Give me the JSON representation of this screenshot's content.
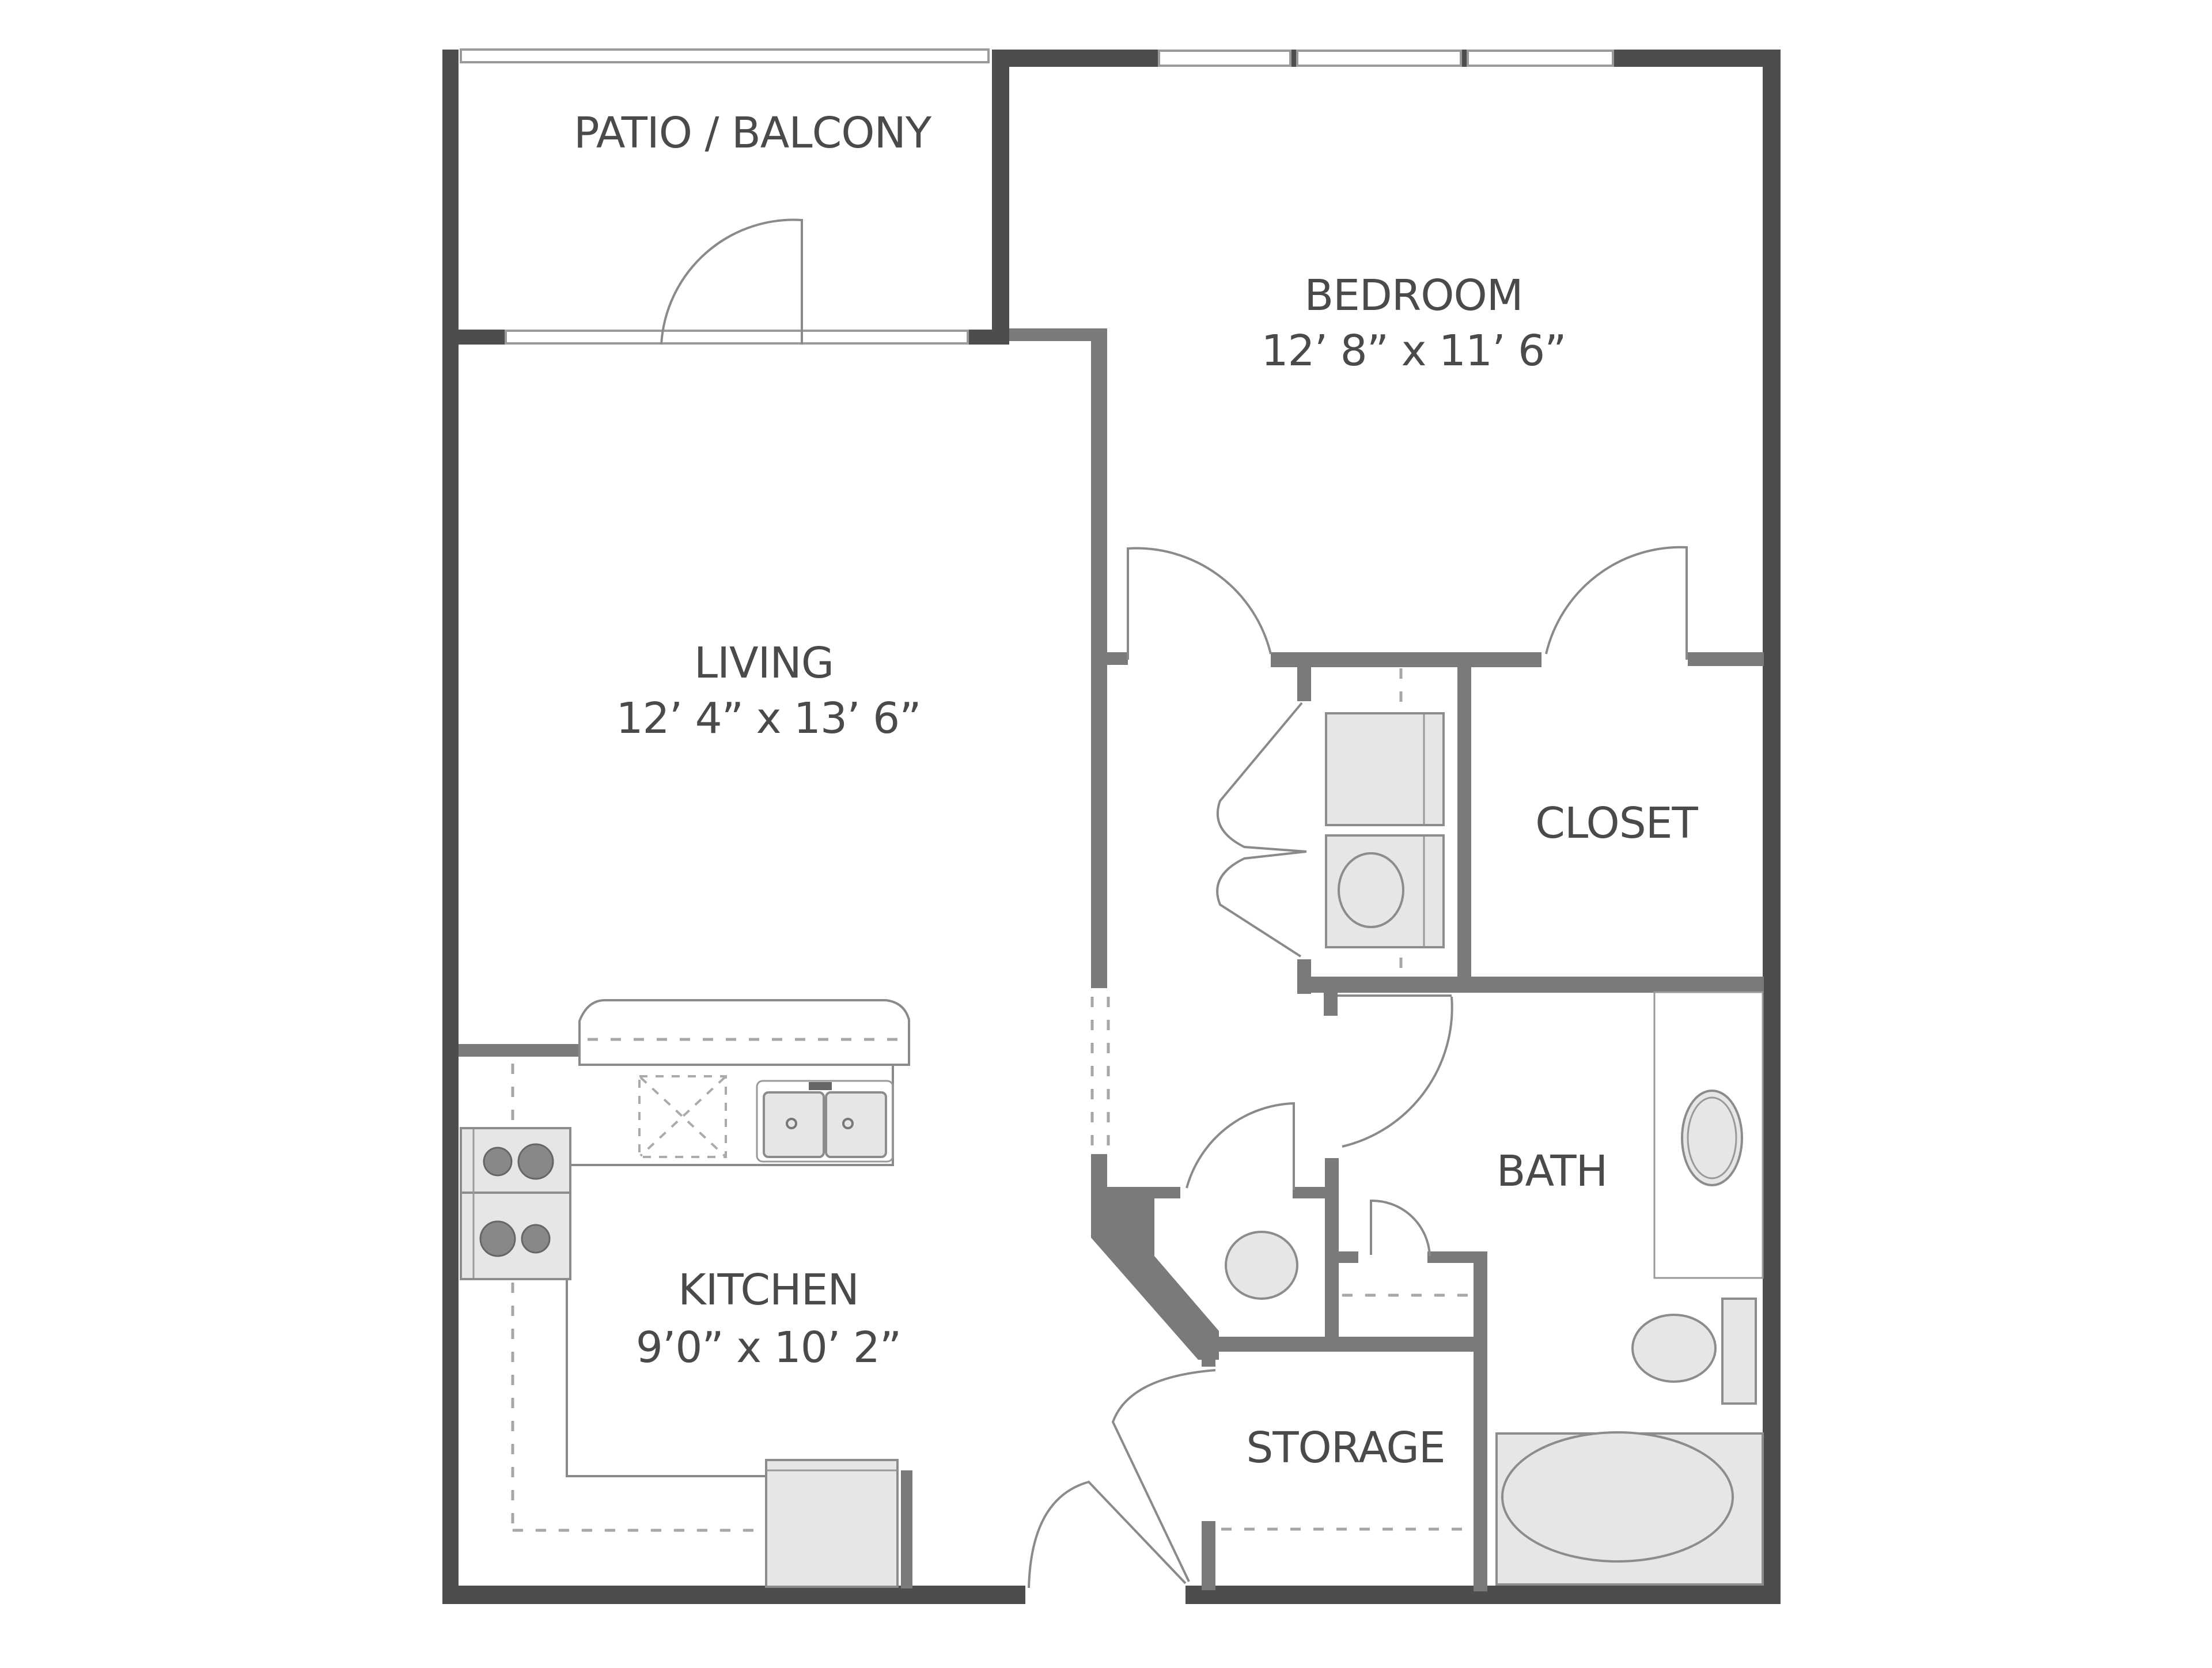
{
  "plan": {
    "type": "floor-plan",
    "colors": {
      "exterior_wall": "#4d4d4d",
      "interior_wall": "#7a7a7a",
      "fixture_fill": "#e6e6e6",
      "label_text": "#4a4a4a",
      "background": "#ffffff"
    },
    "rooms": [
      {
        "id": "patio",
        "name": "PATIO / BALCONY",
        "dimensions": ""
      },
      {
        "id": "bedroom",
        "name": "BEDROOM",
        "dimensions": "12’ 8” x 11’ 6”"
      },
      {
        "id": "living",
        "name": "LIVING",
        "dimensions": "12’ 4” x 13’ 6”"
      },
      {
        "id": "closet",
        "name": "CLOSET",
        "dimensions": ""
      },
      {
        "id": "bath",
        "name": "BATH",
        "dimensions": ""
      },
      {
        "id": "kitchen",
        "name": "KITCHEN",
        "dimensions": "9’0” x 10’ 2”"
      },
      {
        "id": "storage",
        "name": "STORAGE",
        "dimensions": ""
      }
    ],
    "fixtures": [
      "kitchen-bar-counter",
      "dishwasher",
      "double-sink",
      "range-stove",
      "refrigerator",
      "stacked-washer-dryer",
      "water-heater",
      "bath-vanity-sink",
      "toilet",
      "bathtub"
    ]
  }
}
